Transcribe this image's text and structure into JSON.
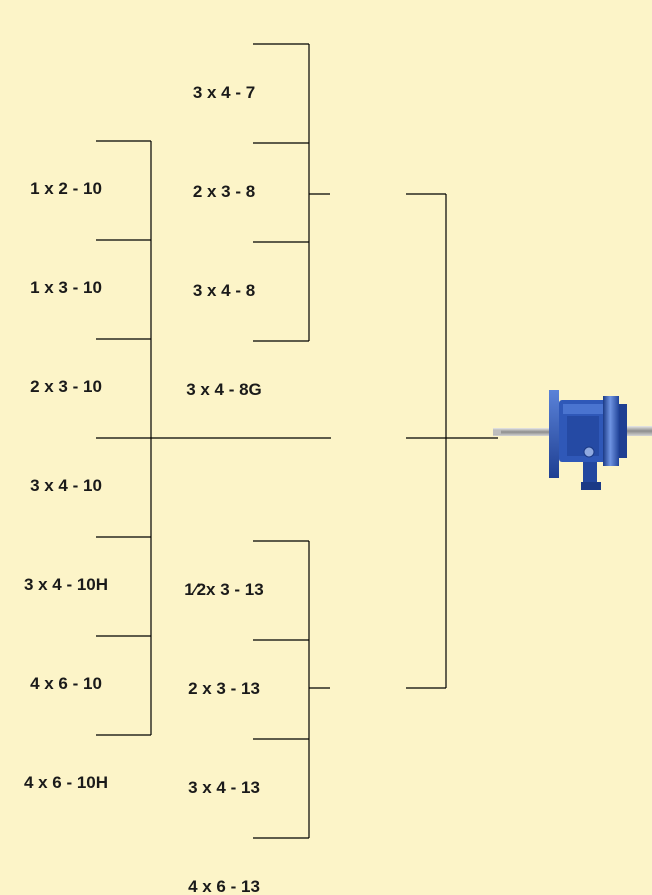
{
  "colors": {
    "background": "#fcf4c8",
    "casing_blue": "#2f58b8",
    "casing_dark": "#1b3a86",
    "casing_light": "#6f94e2",
    "impeller_silver": "#b9b9b9",
    "line": "#000000"
  },
  "icons": {
    "casing": "pump-casing-icon",
    "impeller": "impeller-icon",
    "adapter": "adapter-icon",
    "frame": "bearing-frame-icon",
    "power_end": "power-end-icon"
  },
  "groups": [
    {
      "id": "group-10",
      "pumps": [
        {
          "label": "1 x 2 - 10"
        },
        {
          "label": "1 x 3 - 10"
        },
        {
          "label": "2 x 3 - 10"
        },
        {
          "label": "3 x 4 - 10"
        },
        {
          "label": "3 x 4 - 10H"
        },
        {
          "label": "4 x 6 - 10"
        },
        {
          "label": "4 x 6 - 10H"
        }
      ]
    },
    {
      "id": "group-8",
      "pumps": [
        {
          "label": "3 x 4 - 7"
        },
        {
          "label": "2 x 3 - 8"
        },
        {
          "label": "3 x 4 - 8"
        },
        {
          "label": "3 x 4 - 8G"
        }
      ]
    },
    {
      "id": "group-13",
      "pumps": [
        {
          "label": "1⁄2x 3 - 13"
        },
        {
          "label": "2 x 3 - 13"
        },
        {
          "label": "3 x 4 - 13"
        },
        {
          "label": "4 x 6 - 13"
        }
      ]
    }
  ]
}
